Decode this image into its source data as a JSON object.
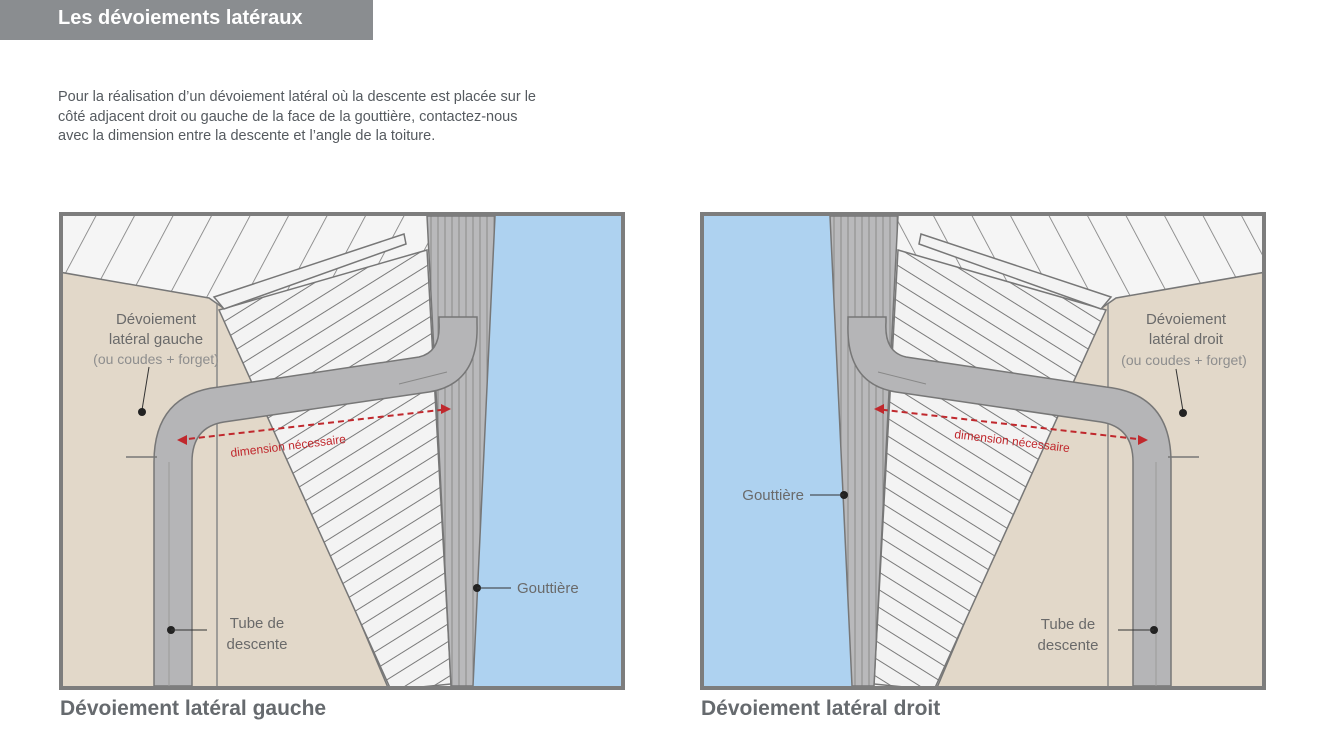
{
  "header": {
    "title": "Les dévoiements latéraux"
  },
  "intro": {
    "lines": [
      "Pour la réalisation d’un dévoiement latéral où la descente est placée sur le",
      "côté adjacent droit ou gauche de la face de la gouttière, contactez-nous",
      "avec la dimension entre la descente et l’angle de la toiture."
    ]
  },
  "diagrams": {
    "left": {
      "caption": "Dévoiement latéral gauche",
      "offset_label": [
        "Dévoiement",
        "latéral gauche"
      ],
      "offset_note": "(ou coudes + forget)",
      "dimension_label": "dimension nécessaire",
      "downpipe_label": [
        "Tube de",
        "descente"
      ],
      "gutter_label": "Gouttière"
    },
    "right": {
      "caption": "Dévoiement latéral droit",
      "offset_label": [
        "Dévoiement",
        "latéral droit"
      ],
      "offset_note": "(ou coudes + forget)",
      "dimension_label": "dimension nécessaire",
      "downpipe_label": [
        "Tube de",
        "descente"
      ],
      "gutter_label": "Gouttière"
    }
  },
  "colors": {
    "wall": "#e2d8c9",
    "sky": "#aed2f0",
    "roof": "#f2f2f2",
    "pipe": "#b5b5b7",
    "outline": "#777777",
    "frame": "#7d7d7d",
    "dimension": "#c0282d",
    "label_text": "#6a6a6a",
    "note_text": "#8e8e8e",
    "title_bar": "#8a8d90"
  }
}
